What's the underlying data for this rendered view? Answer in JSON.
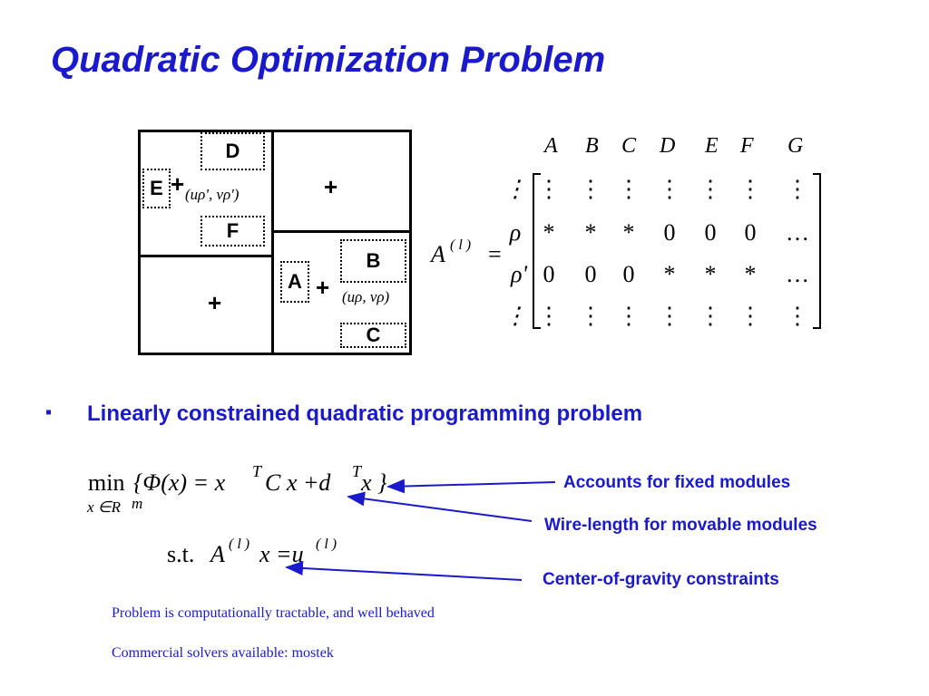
{
  "title": "Quadratic Optimization Problem",
  "diagram": {
    "boxes": {
      "D": "D",
      "E": "E",
      "F": "F",
      "A": "A",
      "B": "B",
      "C": "C"
    },
    "plus": "+",
    "coord_top": "(uρ', vρ')",
    "coord_bottom": "(uρ, vρ)"
  },
  "matrix": {
    "columns": [
      "A",
      "B",
      "C",
      "D",
      "E",
      "F",
      "G"
    ],
    "lhs": "A",
    "lhs_sup": "( l )",
    "equals": "=",
    "row_labels": [
      "⋮",
      "ρ",
      "ρ'",
      "⋮"
    ],
    "rows": [
      [
        "⋮",
        "⋮",
        "⋮",
        "⋮",
        "⋮",
        "⋮",
        "⋮"
      ],
      [
        "*",
        "*",
        "*",
        "0",
        "0",
        "0",
        "…"
      ],
      [
        "0",
        "0",
        "0",
        "*",
        "*",
        "*",
        "…"
      ],
      [
        "⋮",
        "⋮",
        "⋮",
        "⋮",
        "⋮",
        "⋮",
        "⋮"
      ]
    ]
  },
  "bullet": {
    "marker": "▪",
    "text": "Linearly constrained quadratic programming problem"
  },
  "equation": {
    "min": "min",
    "under": "x ∈R",
    "under_sup": "m",
    "body_pre": "{Φ(x) = x",
    "sup_T": "T",
    "body_mid": "C x +d",
    "body_end": "x }",
    "st": "s.t.",
    "constraint_A": "A",
    "constraint_sup": "( l )",
    "constraint_mid": "x =u",
    "constraint_sup2": "( l )"
  },
  "annotations": {
    "fixed": "Accounts for fixed modules",
    "wire": "Wire-length for movable modules",
    "center": "Center-of-gravity constraints"
  },
  "notes": [
    "Problem is computationally tractable, and well behaved",
    "Commercial solvers available: mostek"
  ],
  "colors": {
    "accent": "#1a1acc"
  }
}
